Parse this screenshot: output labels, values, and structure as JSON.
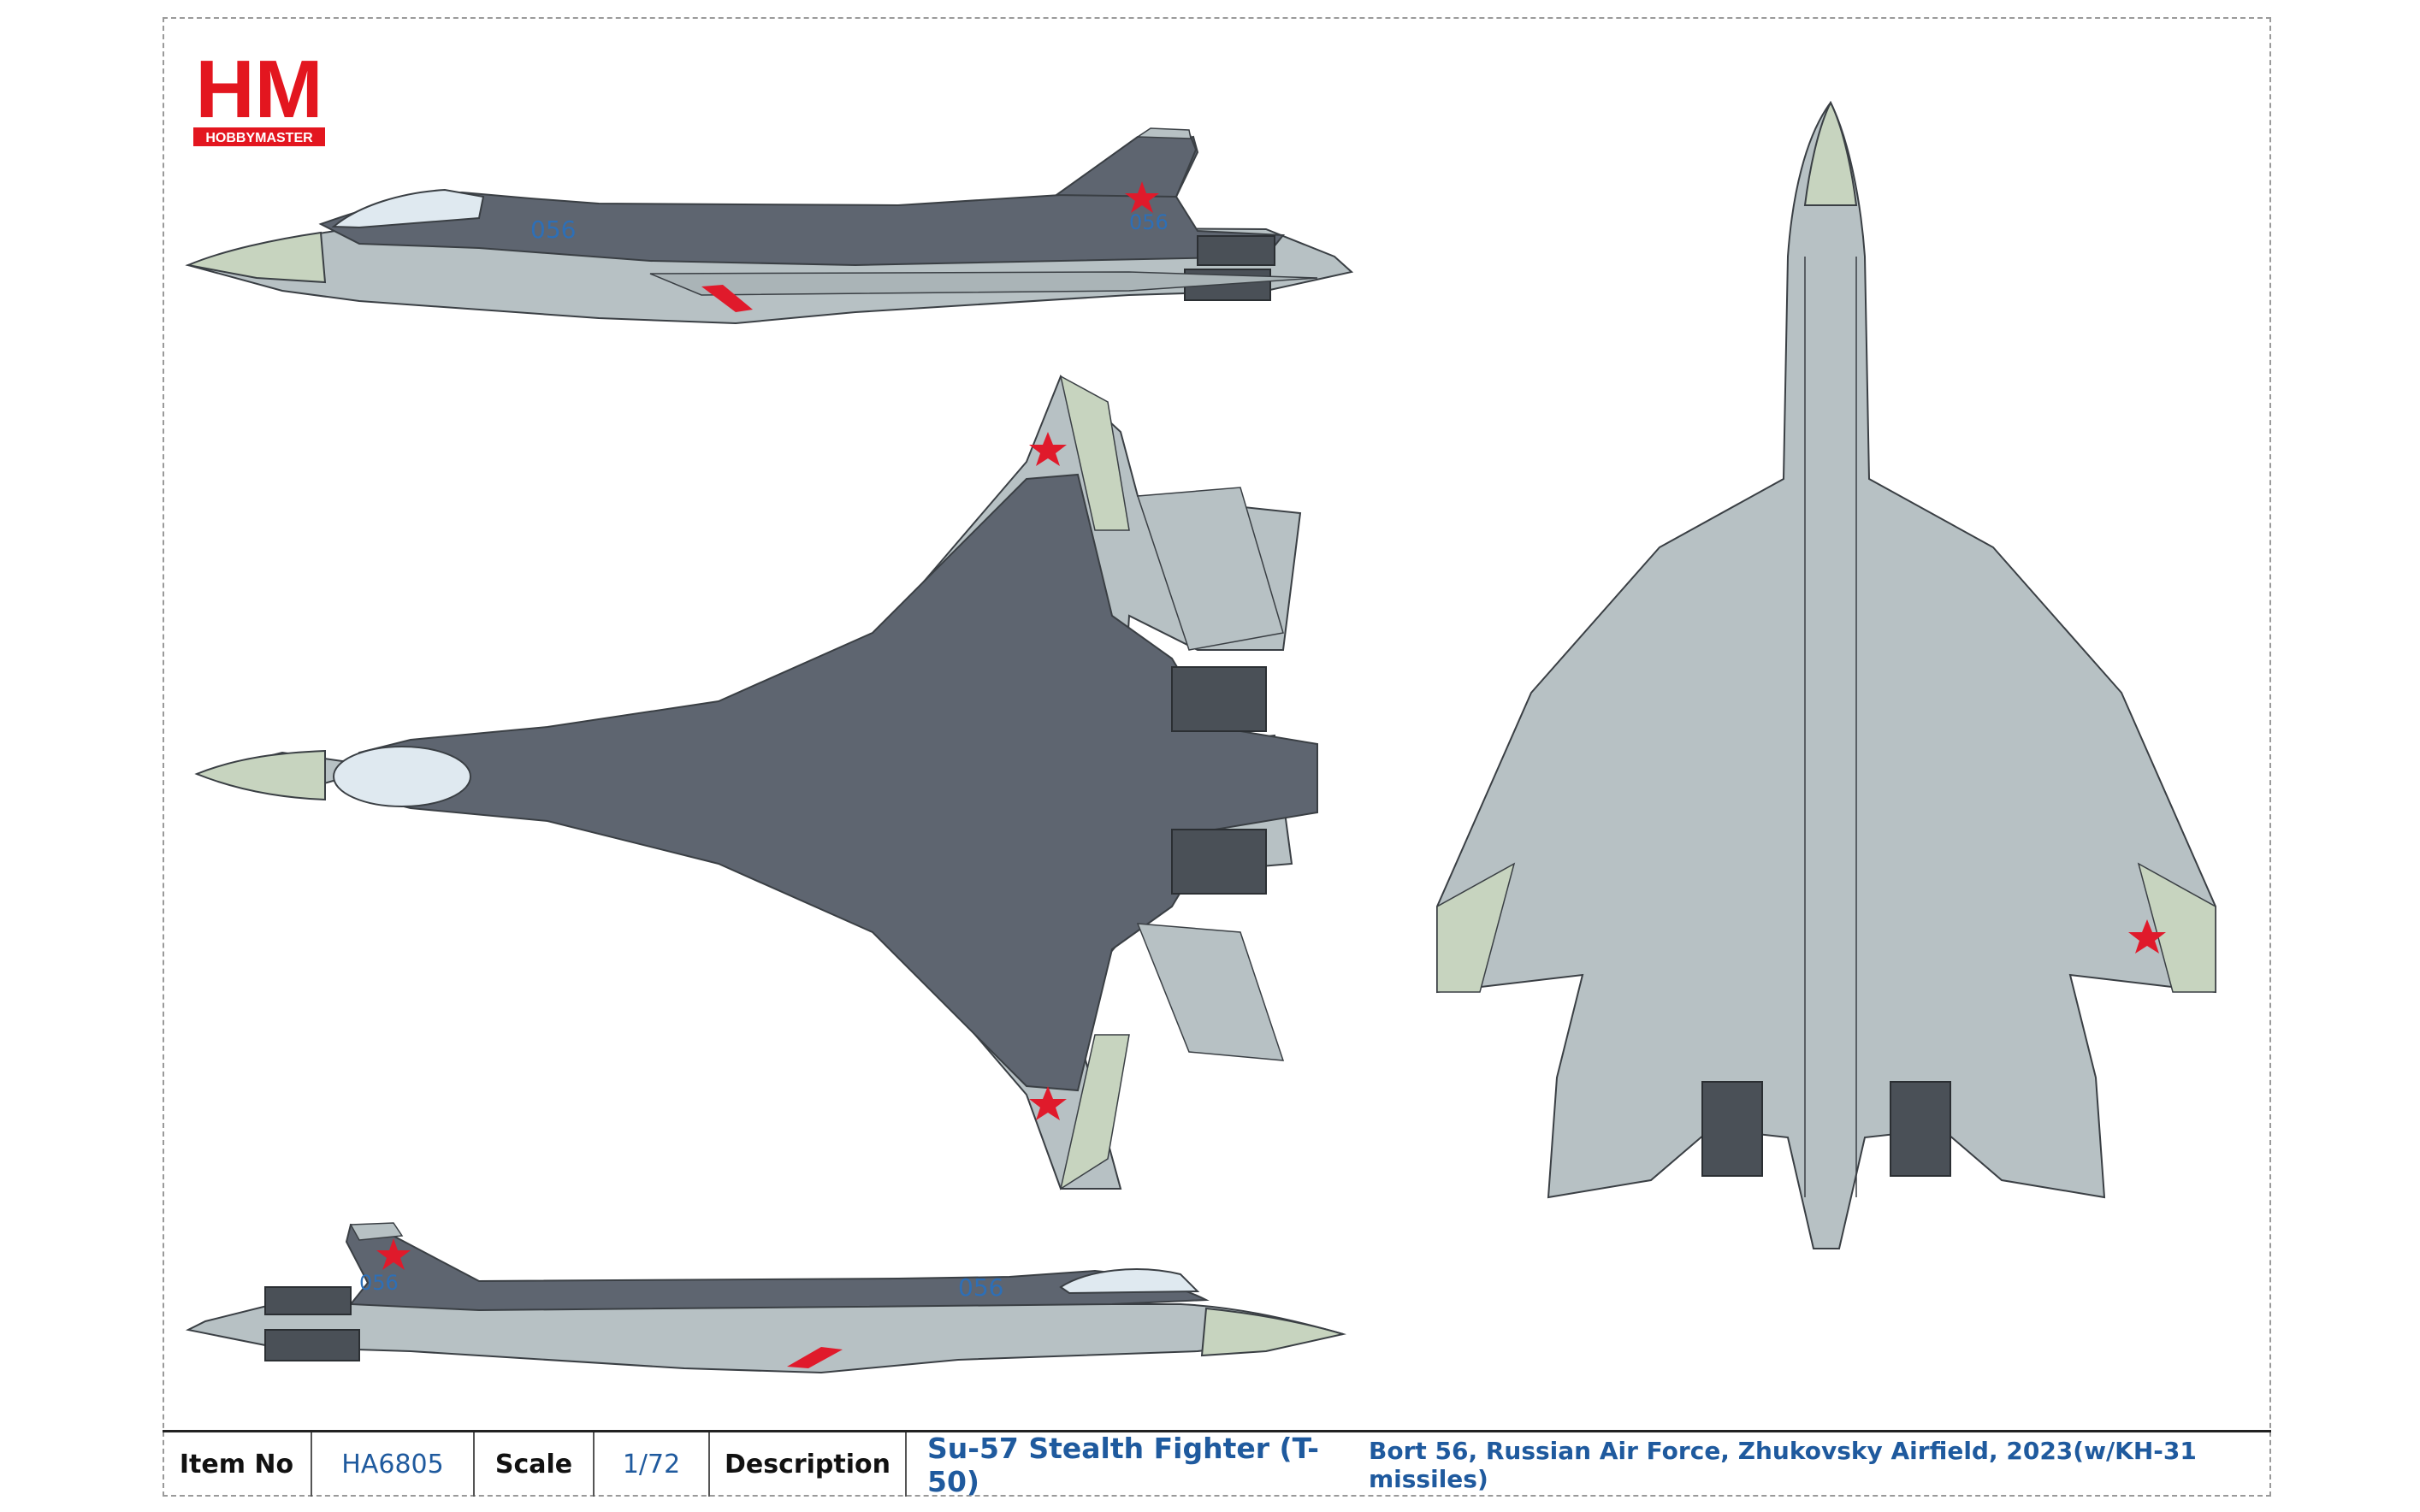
{
  "brand": {
    "logo_text": "HM",
    "logo_subtext": "HOBBYMASTER",
    "logo_color": "#e3161f"
  },
  "aircraft": {
    "bort_number": "056",
    "colors": {
      "dark_grey": "#5e6570",
      "light_grey": "#b7c1c4",
      "pale_green": "#c7d4bf",
      "canopy": "#dfe9f0",
      "star_red": "#e01a2b",
      "marking_blue": "#2d6fb7",
      "line": "#3a3f44"
    }
  },
  "infobar": {
    "item_no_label": "Item No",
    "item_no_value": "HA6805",
    "scale_label": "Scale",
    "scale_value": "1/72",
    "description_label": "Description",
    "description_main": "Su-57 Stealth Fighter (T-50)",
    "description_sub": "Bort 56, Russian Air Force, Zhukovsky Airfield, 2023(w/KH-31 missiles)"
  }
}
